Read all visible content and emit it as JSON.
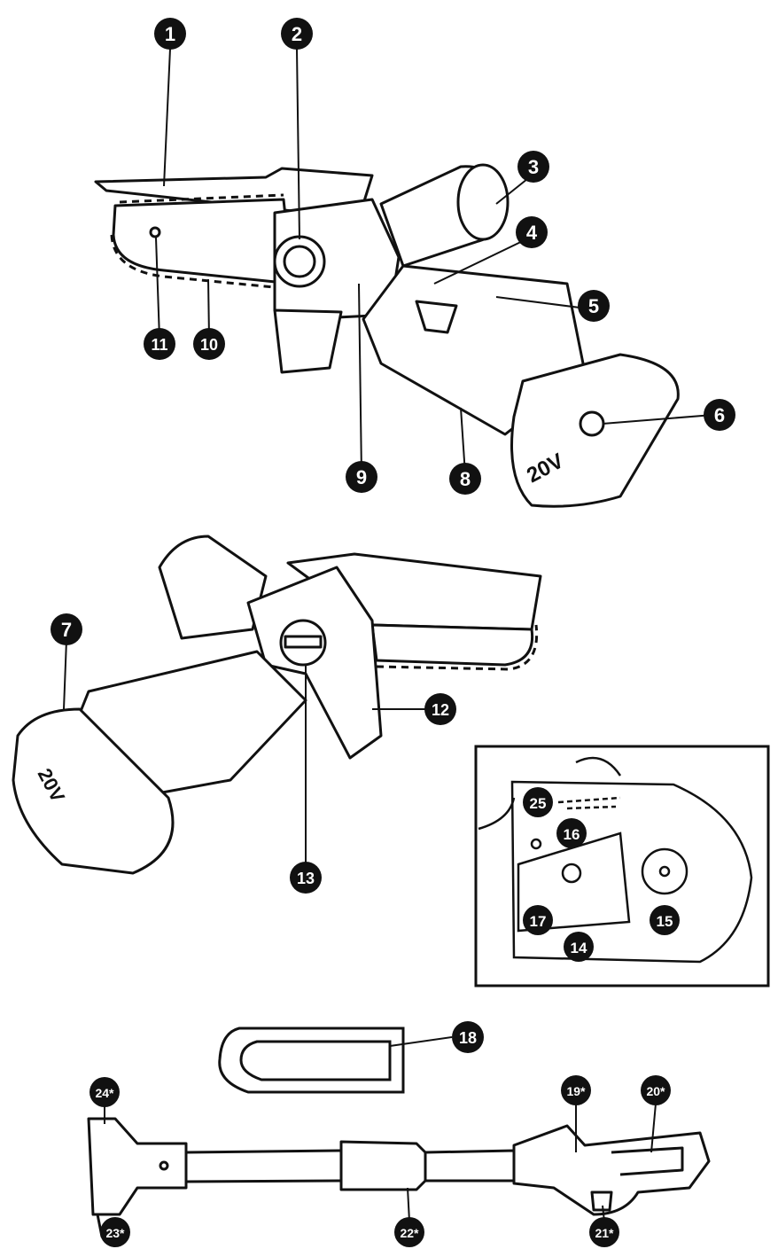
{
  "colors": {
    "ink": "#111111",
    "paper": "#ffffff",
    "callout_fill": "#111111",
    "callout_text": "#ffffff"
  },
  "device_text": {
    "battery_front": "20V",
    "battery_rear": "20V"
  },
  "callouts": {
    "c1": "1",
    "c2": "2",
    "c3": "3",
    "c4": "4",
    "c5": "5",
    "c6": "6",
    "c7": "7",
    "c8": "8",
    "c9": "9",
    "c10": "10",
    "c11": "11",
    "c12": "12",
    "c13": "13",
    "c14": "14",
    "c15": "15",
    "c16": "16",
    "c17": "17",
    "c18": "18",
    "c19": "19*",
    "c20": "20*",
    "c21": "21*",
    "c22": "22*",
    "c23": "23*",
    "c24": "24*",
    "c25": "25"
  }
}
